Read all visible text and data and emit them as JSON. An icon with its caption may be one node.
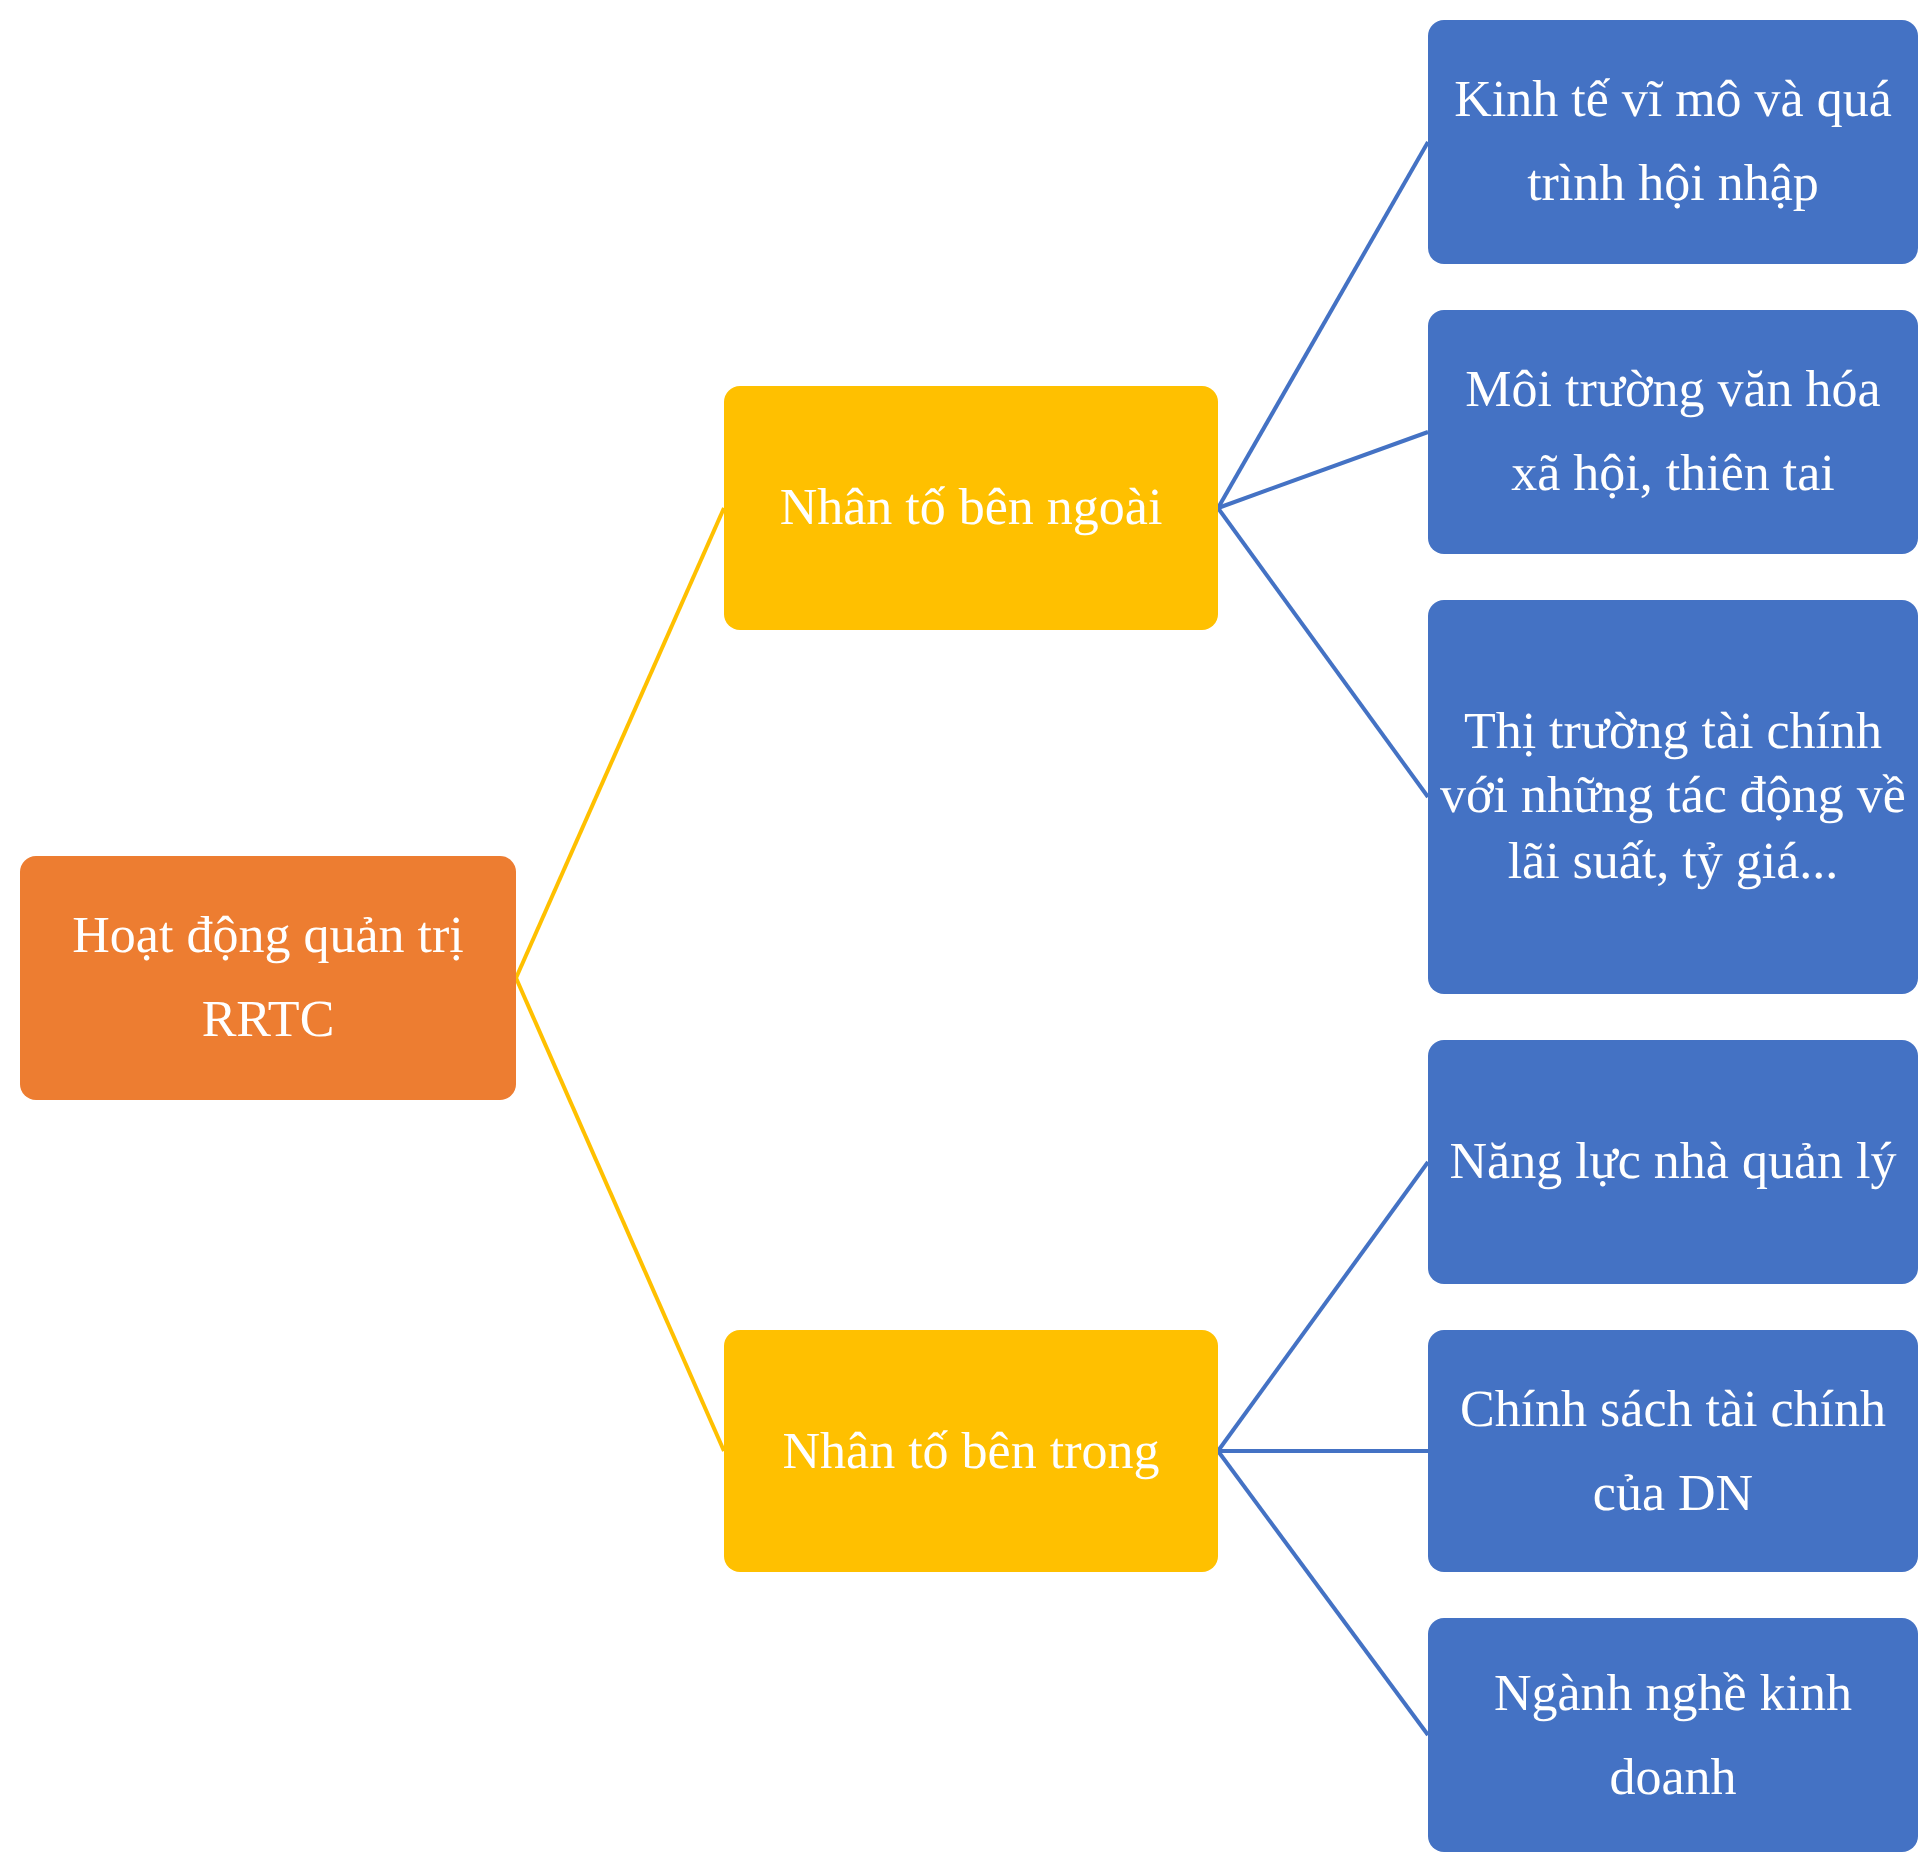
{
  "diagram": {
    "nodes": [
      {
        "text": [
          "Hoạt động quản trị RRTC"
        ]
      },
      {
        "text": [
          "Nhân tố bên ngoài"
        ]
      },
      {
        "text": [
          "Kinh tế vĩ mô và quá trình hội nhập"
        ]
      },
      {
        "text": [
          "Môi trường văn hóa xã hội, thiên tai"
        ]
      },
      {
        "text": [
          "Thị trường tài chính với những tác động về lãi suất, tỷ giá..."
        ]
      },
      {
        "text": [
          "Nhân tố bên trong"
        ]
      },
      {
        "text": [
          "Năng lực nhà quản lý"
        ]
      },
      {
        "text": [
          "Chính sách tài chính của DN"
        ]
      },
      {
        "text": [
          "Ngành nghề kinh doanh"
        ]
      }
    ],
    "edges": [
      {
        "from": 0,
        "to": 1,
        "arrow": "none",
        "color": "#ffc000"
      },
      {
        "from": 0,
        "to": 5,
        "arrow": "none",
        "color": "#ffc000"
      },
      {
        "from": 1,
        "to": 2,
        "arrow": "none"
      },
      {
        "from": 1,
        "to": 3,
        "arrow": "none"
      },
      {
        "from": 1,
        "to": 4,
        "arrow": "none"
      },
      {
        "from": 5,
        "to": 6,
        "arrow": "none"
      },
      {
        "from": 5,
        "to": 7,
        "arrow": "none"
      },
      {
        "from": 5,
        "to": 8,
        "arrow": "none"
      }
    ]
  }
}
